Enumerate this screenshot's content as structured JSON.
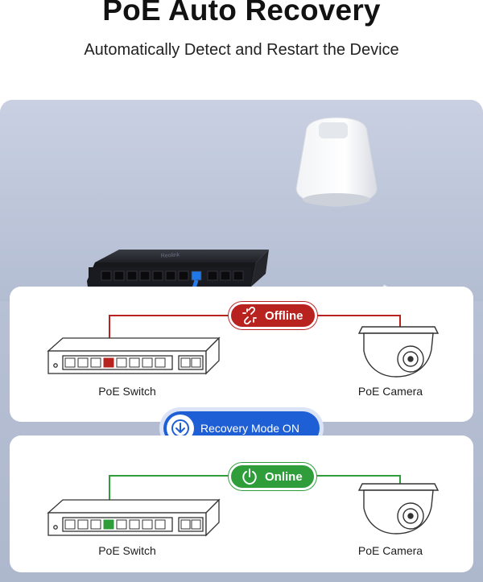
{
  "header": {
    "title": "PoE Auto Recovery",
    "subtitle": "Automatically Detect and Restart the Device"
  },
  "photo": {
    "brand_text": "Reolink"
  },
  "offline_card": {
    "status": "Offline",
    "switch_label": "PoE Switch",
    "camera_label": "PoE Camera"
  },
  "recovery": {
    "label": "Recovery Mode ON"
  },
  "online_card": {
    "status": "Online",
    "switch_label": "PoE Switch",
    "camera_label": "PoE Camera"
  },
  "colors": {
    "offline": "#b8231f",
    "online": "#2f9e3a",
    "recovery": "#1f5fd6"
  },
  "icons": [
    "broken-link-icon",
    "power-icon",
    "arrow-down-circle-icon"
  ]
}
